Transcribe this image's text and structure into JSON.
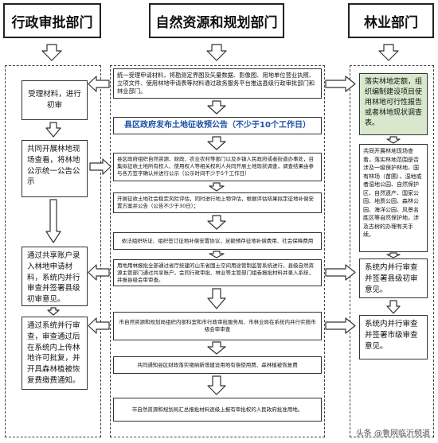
{
  "headers": {
    "left": "行政审批部门",
    "center": "自然资源和规划部门",
    "right": "林业部门"
  },
  "center": {
    "step1": "统一受理申请材料，将勘测定界图及矢量数据、影像图、用地单位营业执照、立项文件、使用林地申请表等材料通过政务服务平台推送县级行政审批部门和林业部门。",
    "step2": "县区政府发布土地征收预公告（不少于10个工作日）",
    "step3": "县区政府组织自然资源、财政、农业农村等部门以及乡镇人民政府或者街道办事处，召集拟征收土地所有权人、使用权人等相关权利人共同开展土地现状调查，调查结果由参与各方签字确认并进行公示（公示时间不少于5个工作日）",
    "step4": "开展征收土地社会稳定风险评估，同时进行地上物评估，根据评估结果拟定征地补偿安置方案并公告（公告不少于30日）；",
    "step5": "依法组织听证、组织签订征地补偿安置协议，足额预存征地补偿费用、社会保障费用",
    "step6": "用地用林报批全部通过省厅统建的山东省国土空间用途管制监管系统进行，县级自然资源主管部门通过共享账户，会同行政审批、林业等主管部门组卷报批材料并录入系统，并报县级会审审查。",
    "step7": "市自然资源和规划局组织内部科室和市行政审批服务局、市林业局在系统内并行实施市级会审审查",
    "step8": "共同通知县区财政落实缴纳新增建设用地有偿使用费、森林植被恢复费",
    "step9": "市自然资源和规划局汇总报批材料逐级上报有审批权的人民政府批准用地。"
  },
  "left": {
    "box1": "受理材料，进行初审",
    "box2": "共同开展林地现场查看，将林地公示统一公告公示",
    "box3": "通过共享账户录入林地申请材料，系统内并行审查并签署县级初审意见。",
    "box4": "通过系统并行审查，审查通过后在系统内上传林地许可批复，并开具森林植被恢复费缴费通知。"
  },
  "right": {
    "box1": "落实林地定额，组织编制建设项目使用林地可行性报告或者林地现状调查表。",
    "box2": "共同开展林地现场查看，落实林地范围是否涉及一级保护林地、国有林场（苗圃）、湿地或者湿地公园、自然保护区、自然遗产、国家公园、地质公园、森林公园、海洋公园、风景名胜区等自然保护地，涉及古树的办理有关手续。",
    "box3": "系统内并行审查并签署县级初审意见。",
    "box4": "系统内并行审查并签署市级审查意见。"
  },
  "watermark": "头条 @鲁网临沂频道",
  "colors": {
    "accent_green": "#d9e8cd",
    "title_blue": "#1a4fa3",
    "border": "#333333"
  }
}
